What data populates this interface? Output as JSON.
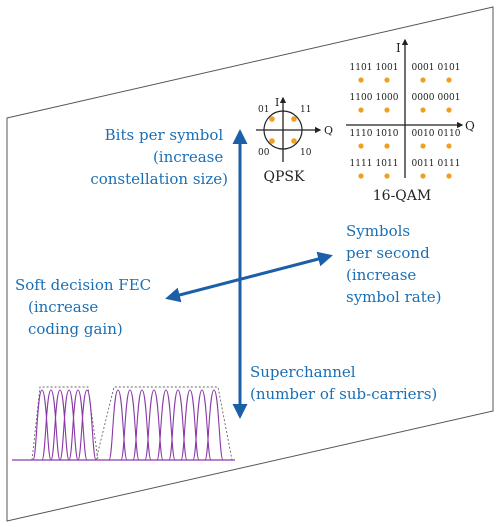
{
  "colors": {
    "plane_fill": "#ffffff",
    "plane_stroke": "#555555",
    "arrow": "#1a5fa8",
    "label": "#1a6fb5",
    "constellation_dot": "#f0a020",
    "spectrum": "#8a3aa8"
  },
  "labels": {
    "bits_per_symbol": [
      "Bits per symbol",
      "(increase",
      "constellation size)"
    ],
    "symbols_per_second": [
      "Symbols",
      "per second",
      "(increase",
      "symbol rate)"
    ],
    "soft_decision": [
      "Soft decision FEC",
      "(increase",
      "coding gain)"
    ],
    "superchannel": [
      "Superchannel",
      "(number of sub-carriers)"
    ]
  },
  "qpsk": {
    "title": "QPSK",
    "axis_i": "I",
    "axis_q": "Q",
    "points": [
      "01",
      "11",
      "00",
      "10"
    ]
  },
  "qam16": {
    "title": "16-QAM",
    "axis_i": "I",
    "axis_q": "Q",
    "rows": [
      [
        "1101",
        "1001",
        "0001",
        "0101"
      ],
      [
        "1100",
        "1000",
        "0000",
        "0001"
      ],
      [
        "1110",
        "1010",
        "0010",
        "0110"
      ],
      [
        "1111",
        "1011",
        "0011",
        "0111"
      ]
    ]
  },
  "spectrum": {
    "group_a_carriers": 6,
    "group_b_carriers": 9
  }
}
